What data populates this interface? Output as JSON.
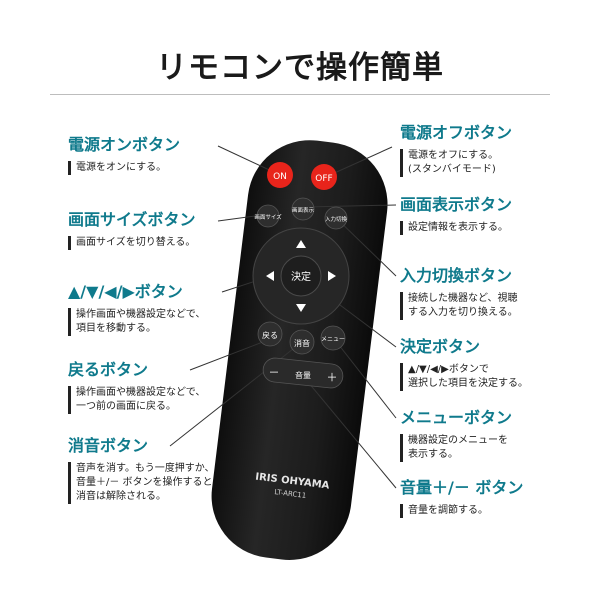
{
  "title": "リモコンで操作簡単",
  "colors": {
    "accent": "#0f7a8c",
    "power": "#e8241b",
    "remote_body": "#1b1b1b"
  },
  "labels": {
    "power_on": {
      "head": "電源オンボタン",
      "desc": [
        "電源をオンにする。"
      ]
    },
    "power_off": {
      "head": "電源オフボタン",
      "desc": [
        "電源をオフにする。",
        "(スタンバイモード)"
      ]
    },
    "screen_size": {
      "head": "画面サイズボタン",
      "desc": [
        "画面サイズを切り替える。"
      ]
    },
    "display": {
      "head": "画面表示ボタン",
      "desc": [
        "設定情報を表示する。"
      ]
    },
    "arrows": {
      "head": "▲/▼/◀/▶ボタン",
      "desc": [
        "操作画面や機器設定などで、",
        "項目を移動する。"
      ]
    },
    "input": {
      "head": "入力切換ボタン",
      "desc": [
        "接続した機器など、視聴",
        "する入力を切り換える。"
      ]
    },
    "enter": {
      "head": "決定ボタン",
      "desc": [
        "▲/▼/◀/▶ボタンで",
        "選択した項目を決定する。"
      ]
    },
    "back": {
      "head": "戻るボタン",
      "desc": [
        "操作画面や機器設定などで、",
        "一つ前の画面に戻る。"
      ]
    },
    "menu": {
      "head": "メニューボタン",
      "desc": [
        "機器設定のメニューを",
        "表示する。"
      ]
    },
    "mute": {
      "head": "消音ボタン",
      "desc": [
        "音声を消す。もう一度押すか、",
        "音量＋/－ ボタンを操作すると",
        "消音は解除される。"
      ]
    },
    "volume": {
      "head": "音量＋/－ ボタン",
      "desc": [
        "音量を調節する。"
      ]
    }
  },
  "remote": {
    "on": "ON",
    "off": "OFF",
    "screen_size": "画面サイズ",
    "display": "画面表示",
    "input": "入力切換",
    "enter": "決定",
    "back": "戻る",
    "mute": "消音",
    "menu": "メニュー",
    "volume": "音量",
    "minus": "－",
    "plus": "＋",
    "brand": "IRIS OHYAMA",
    "model": "LT-ARC11"
  }
}
